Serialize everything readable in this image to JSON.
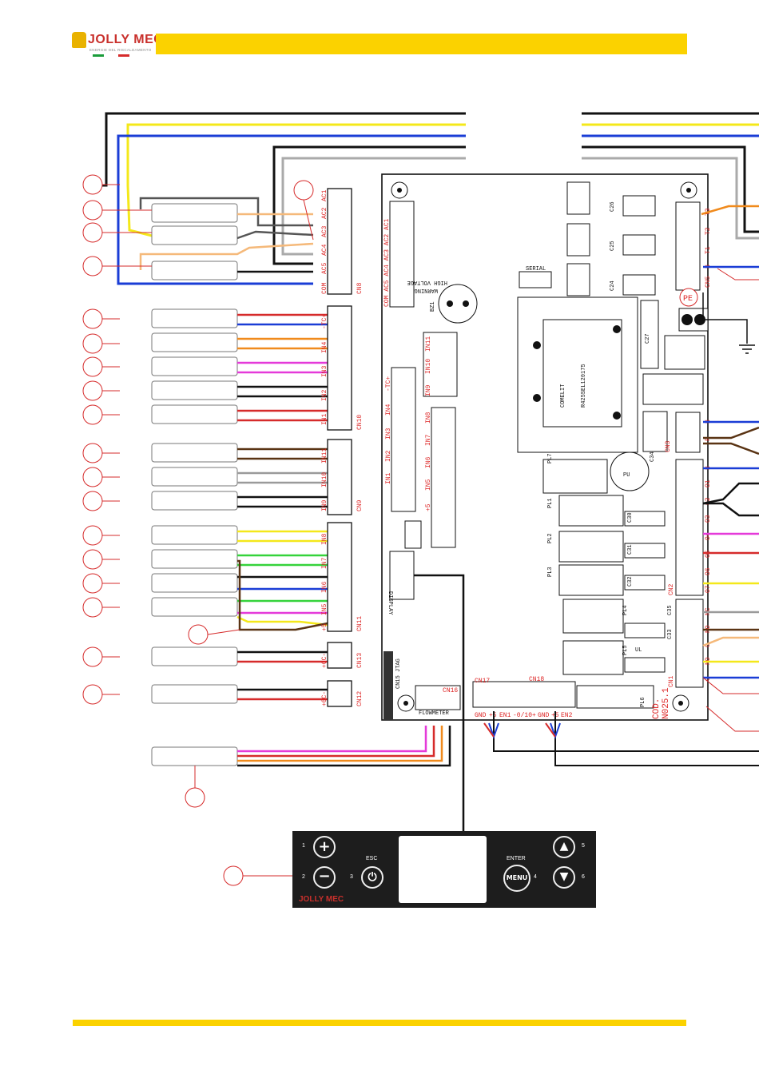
{
  "header": {
    "brand": "JOLLY MEC",
    "tagline": "ENERGIE DEL RISCALDAMENTO",
    "colors": {
      "band": "#fbd200",
      "brand": "#c9302c",
      "flag_green": "#1a9c3a",
      "flag_red": "#d62b2b"
    }
  },
  "board": {
    "model_line1": "COD.",
    "model_line2": "N025.1",
    "transformer_brand": "COMELIT",
    "transformer_code": "R425SEL120175",
    "buzzer_label": "BZ1",
    "warning": "WARNING",
    "high_voltage": "HIGH VOLTAGE",
    "pe": "PE",
    "display": "DISPLAY",
    "flowmeter": "FLOWMETER",
    "jtag": "CN15 JTAG",
    "serial": "SERIAL",
    "ul": "UL",
    "pu": "PU"
  },
  "left_connectors": {
    "cn8": {
      "name": "CN8",
      "pins": [
        "COM",
        "AC5",
        "AC4",
        "AC3",
        "AC2",
        "AC1"
      ]
    },
    "cn10": {
      "name": "CN10",
      "pins": [
        "-TC+",
        "IN4",
        "IN3",
        "IN2",
        "IN1"
      ]
    },
    "cn9": {
      "name": "CN9",
      "pins": [
        "IN11",
        "IN10",
        "IN9"
      ]
    },
    "cn11": {
      "name": "CN11",
      "pins": [
        "IN8",
        "IN7",
        "IN6",
        "IN5",
        "+5"
      ]
    },
    "cn13": {
      "name": "CN13",
      "pins": [
        "+0C-"
      ]
    },
    "cn12": {
      "name": "CN12",
      "pins": [
        "+0C-"
      ]
    }
  },
  "board_connectors": {
    "cn8": "COM AC5 AC4 AC3 AC2 AC1",
    "cn10": [
      "-TC+",
      "IN4",
      "IN3",
      "IN2",
      "IN1"
    ],
    "cn9": [
      "IN11",
      "IN10",
      "IN9",
      "IN8",
      "IN7",
      "IN6",
      "IN5",
      "+5"
    ],
    "cn16": "CN16",
    "cn17": "CN17",
    "cn18": "CN18",
    "bottom_pins": [
      "GND",
      "+5",
      "EN1",
      "-0/10+",
      "GND",
      "+5",
      "EN2"
    ],
    "right_top": [
      "T3",
      "T2",
      "T1",
      "N",
      "CN5"
    ],
    "right_mid": [
      "N",
      "F",
      "CN3"
    ],
    "right_relays": [
      "N",
      "O1",
      "O2",
      "O3",
      "O4",
      "O5",
      "O6",
      "O7",
      "CN2"
    ],
    "right_bottom": [
      "NC",
      "NO",
      "C",
      "NO",
      "C",
      "CN1"
    ],
    "relays": [
      "PL1",
      "PL2",
      "PL3",
      "PL4",
      "PL5",
      "PL6",
      "PL7"
    ],
    "caps": [
      "C26",
      "C25",
      "C24",
      "C27",
      "C30",
      "C31",
      "C32",
      "C33",
      "C34",
      "C35"
    ]
  },
  "panel": {
    "numbers": [
      "1",
      "2",
      "3",
      "4",
      "5",
      "6"
    ],
    "esc": "ESC",
    "enter": "ENTER",
    "menu": "MENU",
    "plus": "+",
    "minus": "−",
    "brand": "JOLLY MEC"
  },
  "wire_colors": {
    "red": "#d62b2b",
    "blue": "#1a3dd6",
    "orange": "#f08a1c",
    "magenta": "#e53ad9",
    "black": "#111111",
    "brown": "#5a3414",
    "grey": "#9a9a9a",
    "yellow": "#f4e81a",
    "green": "#35d33b",
    "peach": "#f5b97a",
    "darkgrey": "#555555"
  }
}
